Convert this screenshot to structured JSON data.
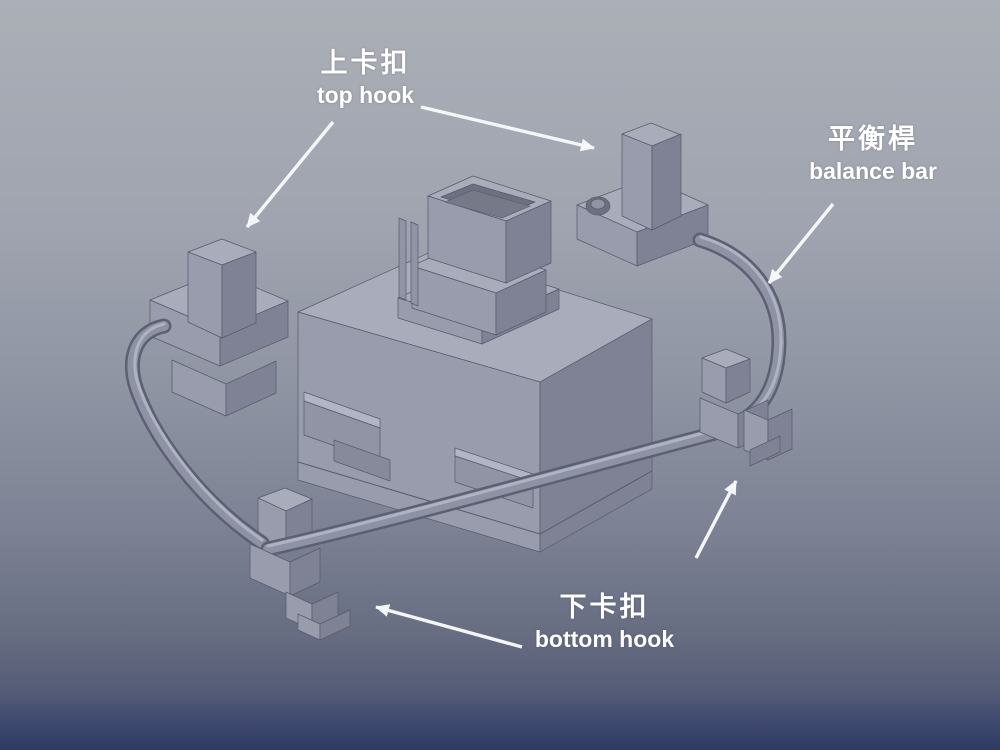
{
  "viewport": {
    "type": "3d-cad-render",
    "background_top": "#abafb6",
    "background_middle": "#8f94a3",
    "background_bottom": "#2e3a62"
  },
  "model": {
    "description": "keyboard switch housing with balance bar stabilizer assembly",
    "face_top_color": "#a8acbb",
    "face_left_color": "#989cac",
    "face_right_color": "#7e8294",
    "edge_color": "#565a6b",
    "wire_outline_color": "#5c6073",
    "wire_body_color": "#8e92a4",
    "wire_highlight_color": "#b4b8c7"
  },
  "annotations": {
    "text_color": "#ffffff",
    "arrow_color": "#f5f6f8",
    "top_hook": {
      "zh": "上卡扣",
      "en": "top hook"
    },
    "balance_bar": {
      "zh": "平衡桿",
      "en": "balance bar"
    },
    "bottom_hook": {
      "zh": "下卡扣",
      "en": "bottom hook"
    }
  }
}
